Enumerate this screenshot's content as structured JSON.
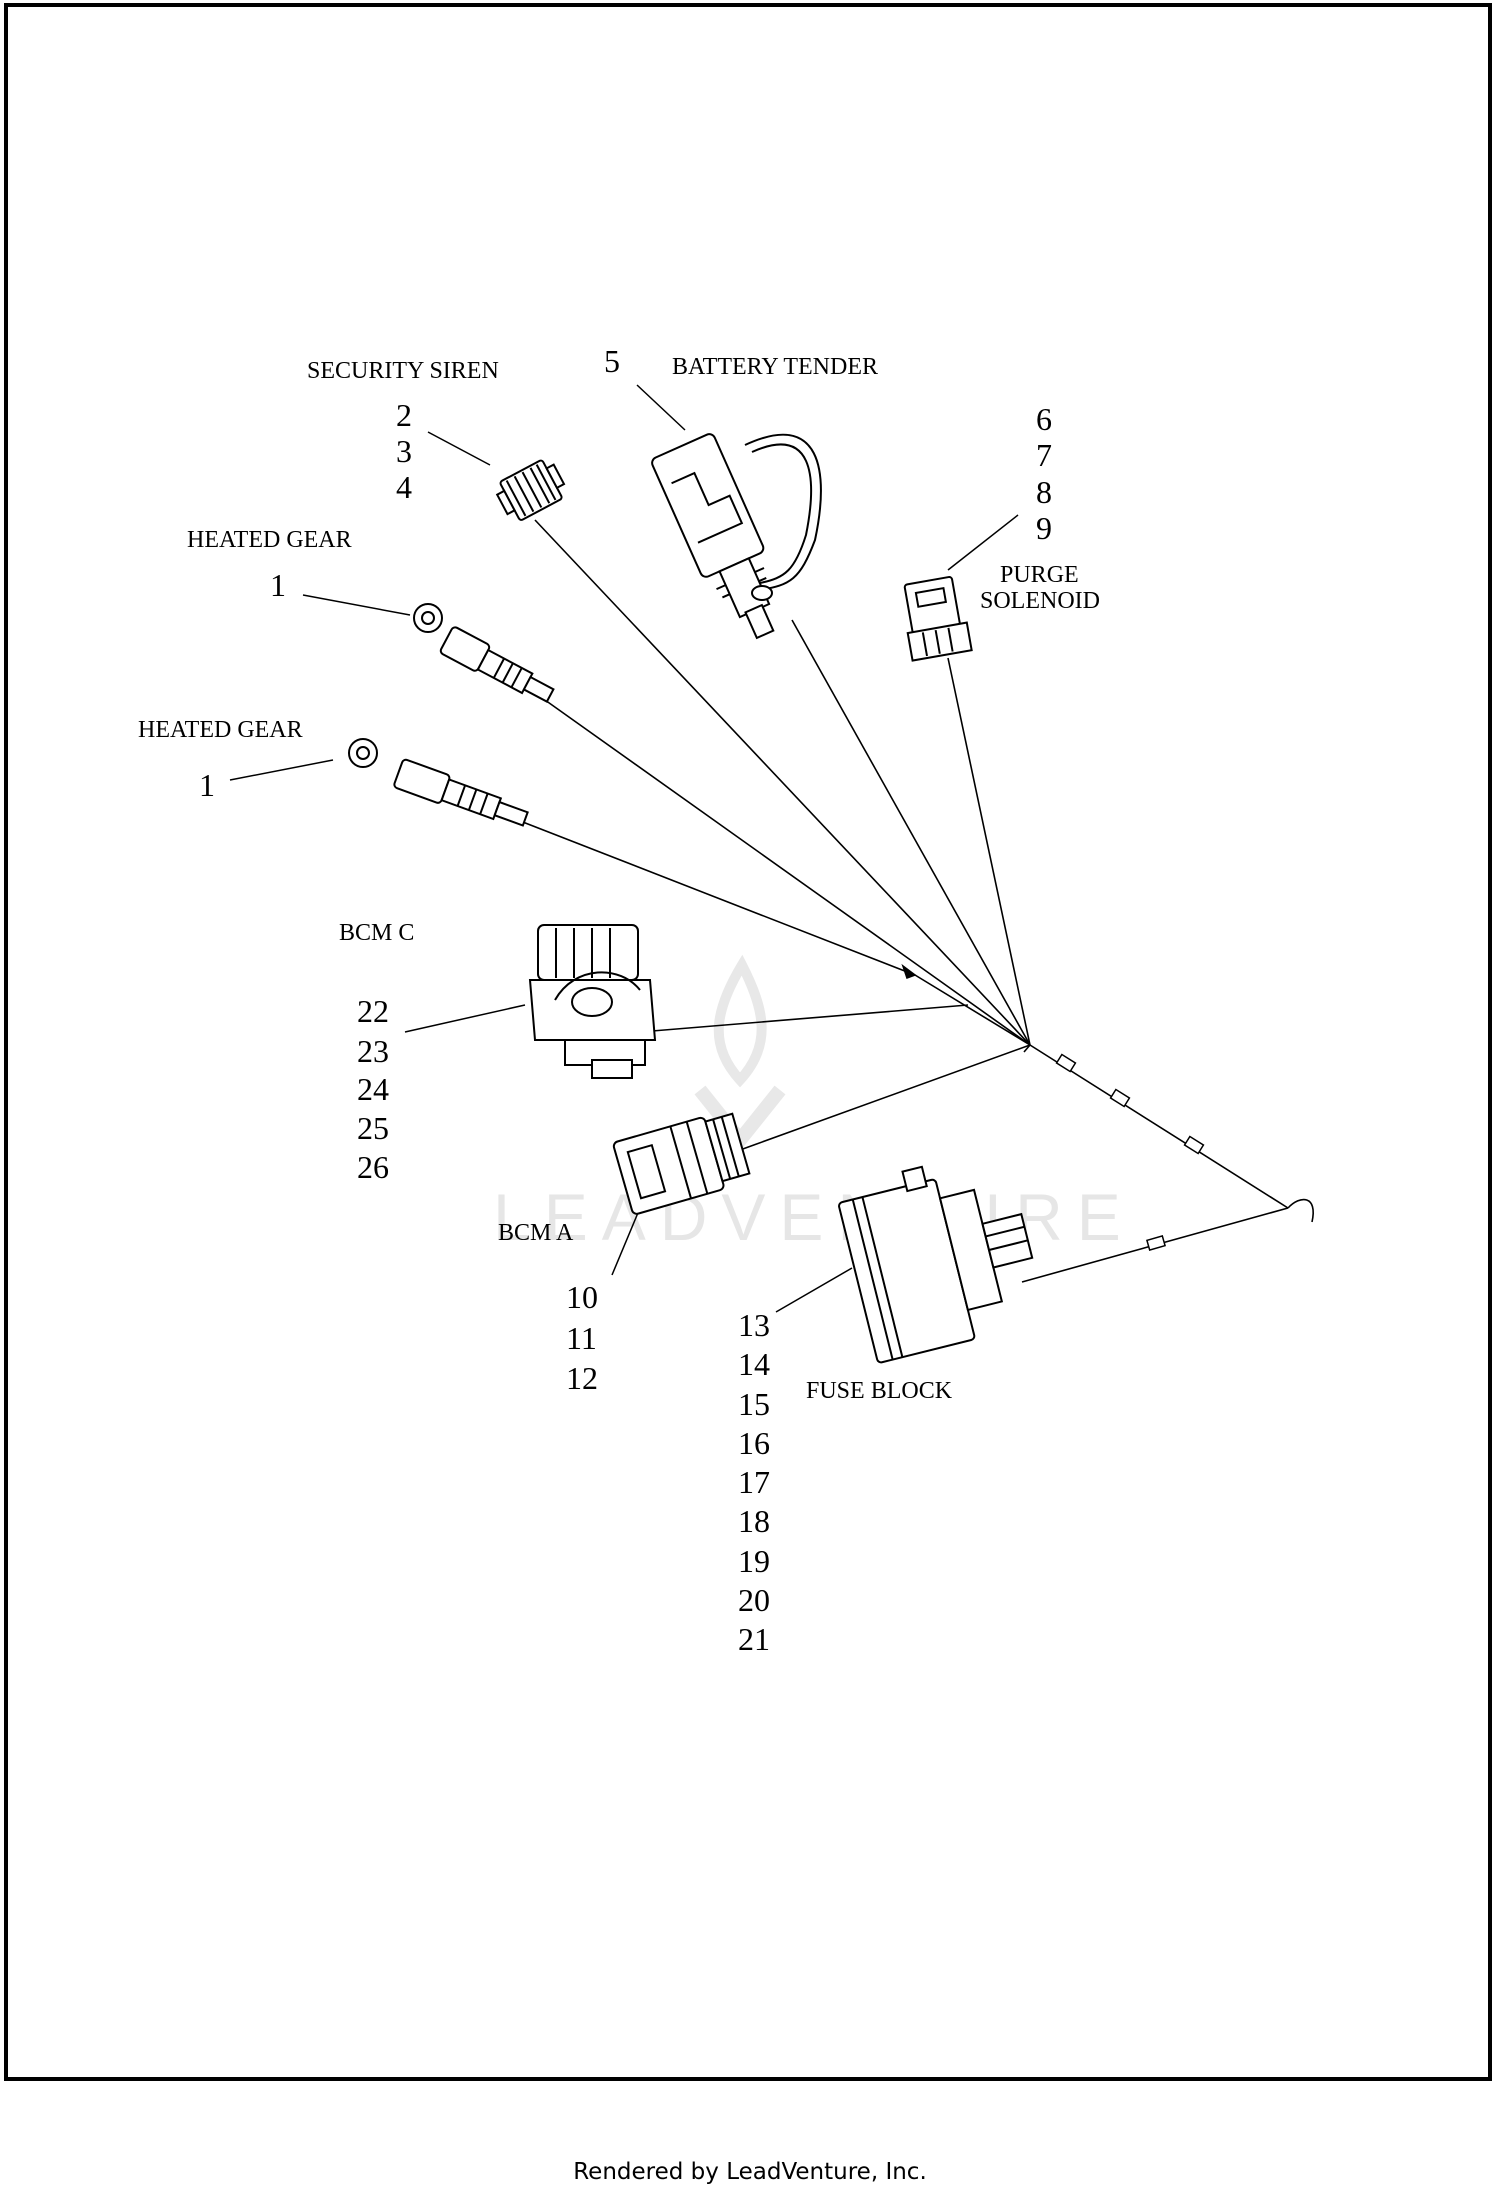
{
  "labels": {
    "security_siren": "SECURITY SIREN",
    "battery_tender": "BATTERY TENDER",
    "heated_gear_upper": "HEATED GEAR",
    "heated_gear_lower": "HEATED GEAR",
    "purge_line1": "PURGE",
    "purge_line2": "SOLENOID",
    "bcm_c": "BCM C",
    "bcm_a": "BCM A",
    "fuse_block": "FUSE BLOCK"
  },
  "callouts": {
    "security_siren": [
      "2",
      "3",
      "4"
    ],
    "battery_tender": [
      "5"
    ],
    "purge_solenoid": [
      "6",
      "7",
      "8",
      "9"
    ],
    "heated_gear_upper": [
      "1"
    ],
    "heated_gear_lower": [
      "1"
    ],
    "bcm_c": [
      "22",
      "23",
      "24",
      "25",
      "26"
    ],
    "bcm_a": [
      "10",
      "11",
      "12"
    ],
    "fuse_block": [
      "13",
      "14",
      "15",
      "16",
      "17",
      "18",
      "19",
      "20",
      "21"
    ]
  },
  "watermark": "LEADVENTURE",
  "footer": "Rendered by LeadVenture, Inc."
}
